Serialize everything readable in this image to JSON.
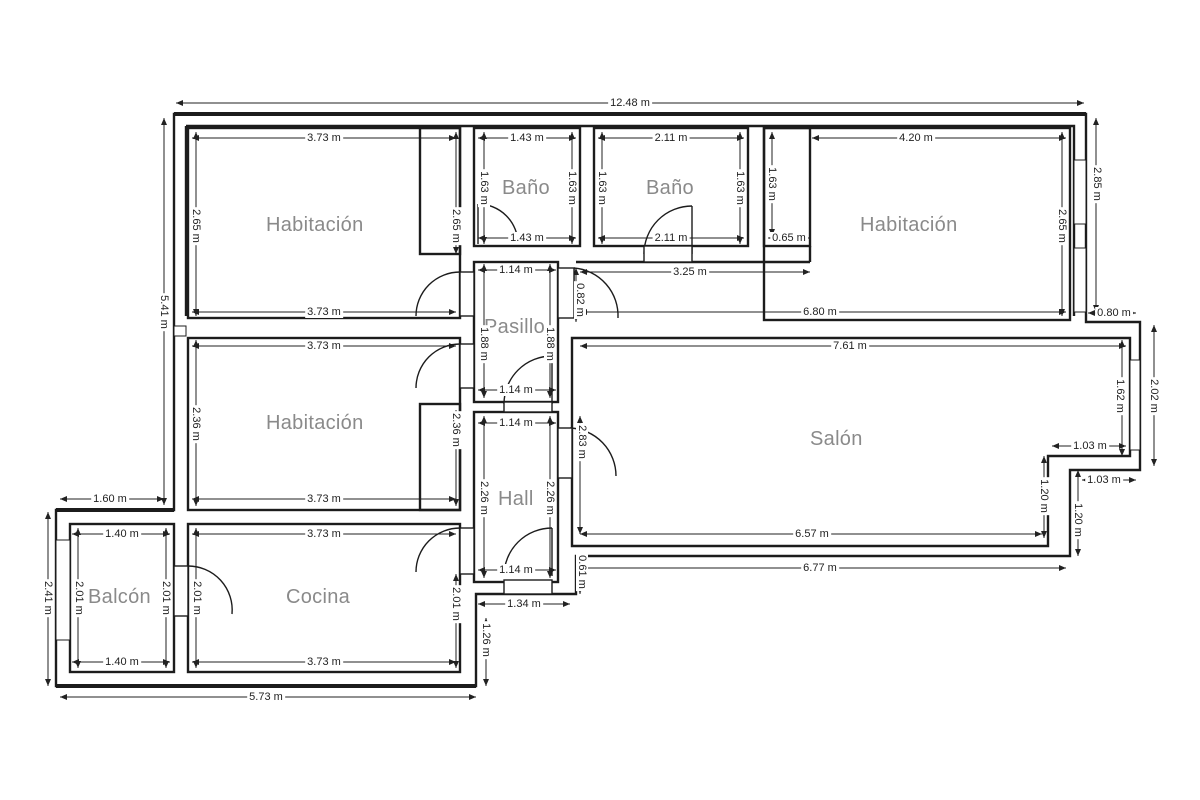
{
  "rooms": {
    "habitacion_1": "Habitación",
    "habitacion_2": "Habitación",
    "habitacion_3": "Habitación",
    "bano_1": "Baño",
    "bano_2": "Baño",
    "pasillo": "Pasillo",
    "hall": "Hall",
    "salon": "Salón",
    "balcon": "Balcón",
    "cocina": "Cocina"
  },
  "dims": {
    "total_width": "12.48 m",
    "total_height": "5.41 m",
    "right_height": "2.85 m",
    "bottom_width": "5.73 m",
    "balcony_offset": "1.60 m",
    "balcony_height": "2.41 m",
    "hab1_top": "3.73 m",
    "hab1_bottom": "3.73 m",
    "hab1_height": "2.65 m",
    "hab1_closet": "2.65 m",
    "bano1_top": "1.43 m",
    "bano1_bottom": "1.43 m",
    "bano1_left": "1.63 m",
    "bano1_right": "1.63 m",
    "bano2_top": "2.11 m",
    "bano2_bottom": "2.11 m",
    "bano2_left": "1.63 m",
    "bano2_right": "1.63 m",
    "hab3_top": "4.20 m",
    "hab3_closet_h": "1.63 m",
    "hab3_closet_w": "0.65 m",
    "hab3_height": "2.65 m",
    "hab3_wall": "3.25 m",
    "hab3_bottom": "6.80 m",
    "hab3_door": "0.82 m",
    "wall_080": "0.80 m",
    "pasillo_top": "1.14 m",
    "pasillo_bottom": "1.14 m",
    "pasillo_left": "1.88 m",
    "pasillo_right": "1.88 m",
    "hab2_top": "3.73 m",
    "hab2_bottom": "3.73 m",
    "hab2_height": "2.36 m",
    "hab2_closet": "2.36 m",
    "hall_top": "1.14 m",
    "hall_bottom": "1.14 m",
    "hall_left": "2.26 m",
    "hall_right": "2.26 m",
    "hall_door": "2.83 m",
    "hall_width": "1.34 m",
    "hall_below": "1.26 m",
    "salon_top": "7.61 m",
    "salon_bottom": "6.57 m",
    "salon_outer_bottom": "6.77 m",
    "salon_right_h": "1.62 m",
    "salon_right_outer": "2.02 m",
    "salon_step_w": "1.03 m",
    "salon_step_w_outer": "1.03 m",
    "salon_step_h": "1.20 m",
    "salon_step_h_outer": "1.20 m",
    "salon_small": "0.61 m",
    "balcon_top": "1.40 m",
    "balcon_bottom": "1.40 m",
    "balcon_left": "2.01 m",
    "balcon_right": "2.01 m",
    "cocina_door": "2.01 m",
    "cocina_top": "3.73 m",
    "cocina_bottom": "3.73 m",
    "cocina_right": "2.01 m"
  }
}
